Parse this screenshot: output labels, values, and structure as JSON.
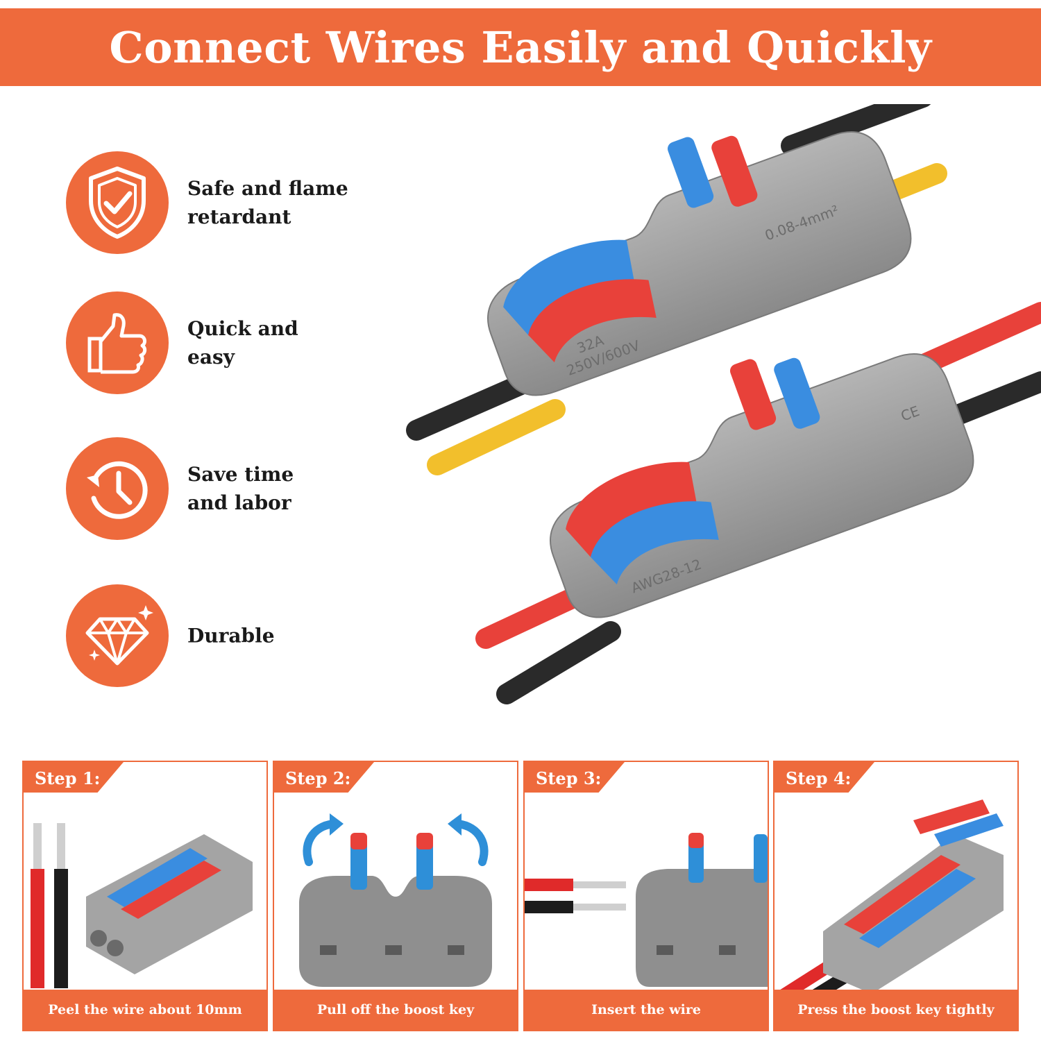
{
  "banner": {
    "title": "Connect Wires Easily and Quickly"
  },
  "features": [
    {
      "icon": "shield-check-icon",
      "label": "Safe and flame\nretardant"
    },
    {
      "icon": "thumbs-up-icon",
      "label": "Quick and\neasy"
    },
    {
      "icon": "clock-history-icon",
      "label": "Save time\nand labor"
    },
    {
      "icon": "diamond-icon",
      "label": "Durable"
    }
  ],
  "connector_markings": {
    "top_rating": "32A",
    "top_voltage": "250V/600V",
    "top_size": "0.08-4mm²",
    "bottom_awg": "AWG28-12",
    "bottom_cert": "CE"
  },
  "steps": [
    {
      "tag": "Step 1:",
      "caption": "Peel the wire about 10mm"
    },
    {
      "tag": "Step 2:",
      "caption": "Pull off the boost key"
    },
    {
      "tag": "Step 3:",
      "caption": "Insert the wire"
    },
    {
      "tag": "Step 4:",
      "caption": "Press the boost key tightly"
    }
  ],
  "colors": {
    "accent": "#ee6a3c",
    "lever_blue": "#3a8de0",
    "lever_red": "#e8413a",
    "body_gray": "#9a9a9a"
  }
}
